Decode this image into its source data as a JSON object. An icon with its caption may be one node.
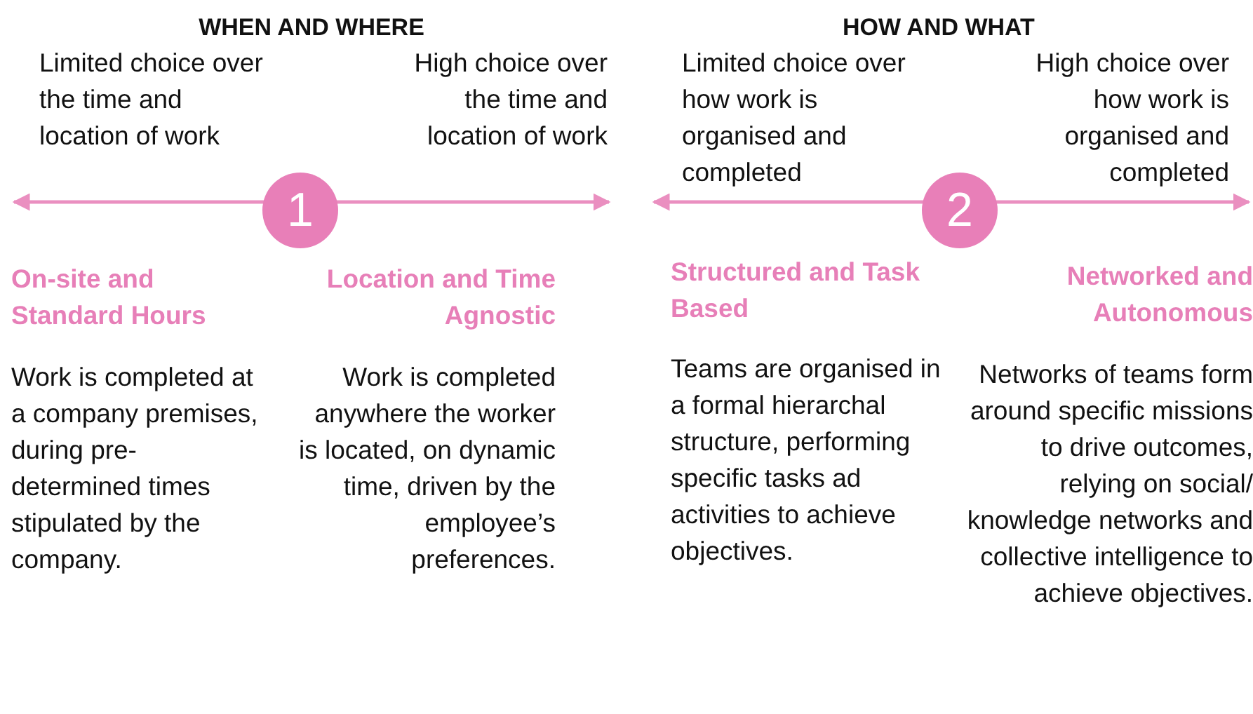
{
  "diagram": {
    "nodes": [
      {
        "text": [
          "1"
        ]
      },
      {
        "text": [
          "2"
        ]
      }
    ],
    "labels": [
      "WHEN AND WHERE",
      "HOW AND WHAT",
      "Limited choice over the time and location of work",
      "High choice over the time and location of work",
      "Limited choice over how work is organised and completed",
      "High choice over how work is organised and completed",
      "On-site and Standard Hours",
      "Location and Time Agnostic",
      "Structured and Task Based",
      "Networked and Autonomous",
      "Work is completed at a company premises, during pre-determined times stipulated by the company.",
      "Work is completed anywhere the worker is located, on dynamic time, driven by the employee’s preferences.",
      "Teams are organised in a formal hierarchal structure, performing specific tasks ad activities to achieve objectives.",
      "Networks of teams form around specific missions to drive outcomes, relying on social/ knowledge networks and collective intelligence to achieve objectives."
    ]
  }
}
